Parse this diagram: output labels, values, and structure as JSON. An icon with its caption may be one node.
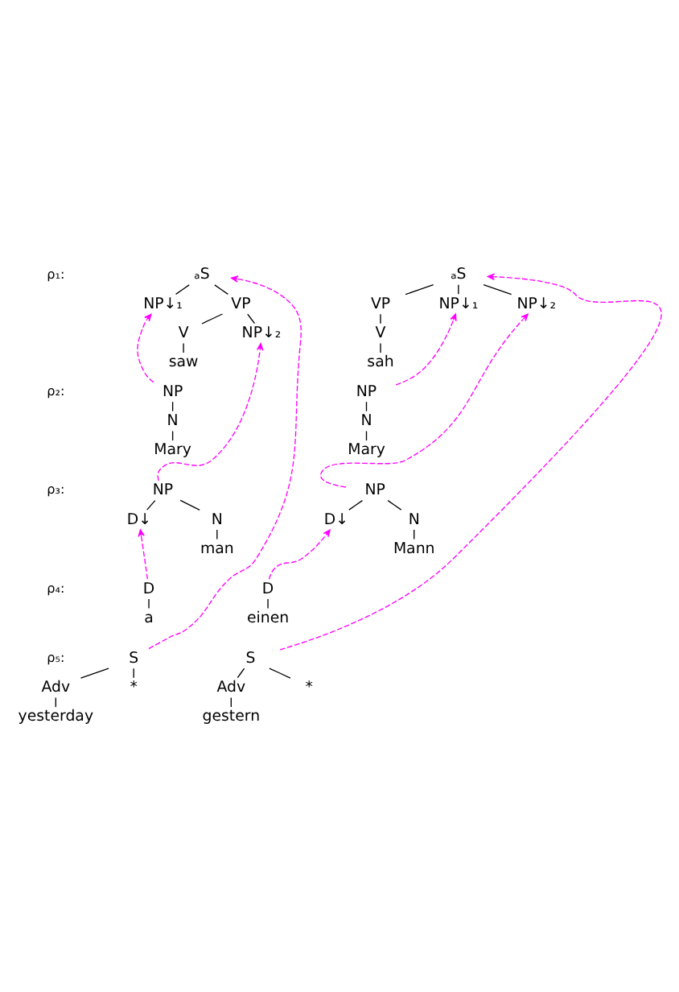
{
  "diagram": {
    "nodes": [
      {
        "text": [
          "ₐS"
        ]
      },
      {
        "text": [
          "NP↓₁"
        ]
      },
      {
        "text": [
          "VP"
        ]
      },
      {
        "text": [
          "V"
        ]
      },
      {
        "text": [
          "NP↓₂"
        ]
      },
      {
        "text": [
          "saw"
        ]
      },
      {
        "text": [
          "NP"
        ]
      },
      {
        "text": [
          "N"
        ]
      },
      {
        "text": [
          "Mary"
        ]
      },
      {
        "text": [
          "NP"
        ]
      },
      {
        "text": [
          "D↓"
        ]
      },
      {
        "text": [
          "N"
        ]
      },
      {
        "text": [
          "man"
        ]
      },
      {
        "text": [
          "D"
        ]
      },
      {
        "text": [
          "a"
        ]
      },
      {
        "text": [
          "S"
        ]
      },
      {
        "text": [
          "Adv"
        ]
      },
      {
        "text": [
          "*"
        ]
      },
      {
        "text": [
          "yesterday"
        ]
      },
      {
        "text": [
          "ₐS"
        ]
      },
      {
        "text": [
          "VP"
        ]
      },
      {
        "text": [
          "NP↓₁"
        ]
      },
      {
        "text": [
          "NP↓₂"
        ]
      },
      {
        "text": [
          "V"
        ]
      },
      {
        "text": [
          "sah"
        ]
      },
      {
        "text": [
          "NP"
        ]
      },
      {
        "text": [
          "N"
        ]
      },
      {
        "text": [
          "Mary"
        ]
      },
      {
        "text": [
          "NP"
        ]
      },
      {
        "text": [
          "D↓"
        ]
      },
      {
        "text": [
          "N"
        ]
      },
      {
        "text": [
          "Mann"
        ]
      },
      {
        "text": [
          "D"
        ]
      },
      {
        "text": [
          "einen"
        ]
      },
      {
        "text": [
          "S"
        ]
      },
      {
        "text": [
          "Adv"
        ]
      },
      {
        "text": [
          "*"
        ]
      },
      {
        "text": [
          "gestern"
        ]
      }
    ],
    "edges": [
      {
        "from": 0,
        "to": 1,
        "arrow": "none"
      },
      {
        "from": 0,
        "to": 2,
        "arrow": "none"
      },
      {
        "from": 2,
        "to": 3,
        "arrow": "none"
      },
      {
        "from": 2,
        "to": 4,
        "arrow": "none"
      },
      {
        "from": 3,
        "to": 5,
        "arrow": "none"
      },
      {
        "from": 6,
        "to": 7,
        "arrow": "none"
      },
      {
        "from": 7,
        "to": 8,
        "arrow": "none"
      },
      {
        "from": 9,
        "to": 10,
        "arrow": "none"
      },
      {
        "from": 9,
        "to": 11,
        "arrow": "none"
      },
      {
        "from": 11,
        "to": 12,
        "arrow": "none"
      },
      {
        "from": 13,
        "to": 14,
        "arrow": "none"
      },
      {
        "from": 15,
        "to": 16,
        "arrow": "none"
      },
      {
        "from": 15,
        "to": 17,
        "arrow": "none"
      },
      {
        "from": 16,
        "to": 18,
        "arrow": "none"
      },
      {
        "from": 19,
        "to": 20,
        "arrow": "none"
      },
      {
        "from": 19,
        "to": 21,
        "arrow": "none"
      },
      {
        "from": 19,
        "to": 22,
        "arrow": "none"
      },
      {
        "from": 20,
        "to": 23,
        "arrow": "none"
      },
      {
        "from": 23,
        "to": 24,
        "arrow": "none"
      },
      {
        "from": 25,
        "to": 26,
        "arrow": "none"
      },
      {
        "from": 26,
        "to": 27,
        "arrow": "none"
      },
      {
        "from": 28,
        "to": 29,
        "arrow": "none"
      },
      {
        "from": 28,
        "to": 30,
        "arrow": "none"
      },
      {
        "from": 30,
        "to": 31,
        "arrow": "none"
      },
      {
        "from": 32,
        "to": 33,
        "arrow": "none"
      },
      {
        "from": 34,
        "to": 35,
        "arrow": "none"
      },
      {
        "from": 34,
        "to": 36,
        "arrow": "none"
      },
      {
        "from": 35,
        "to": 37,
        "arrow": "none"
      },
      {
        "from": 15,
        "to": 0,
        "arrow": "to",
        "style": "dashed",
        "color": "#ff00ff"
      },
      {
        "from": 6,
        "to": 1,
        "arrow": "to",
        "style": "dashed",
        "color": "#ff00ff"
      },
      {
        "from": 9,
        "to": 4,
        "arrow": "to",
        "style": "dashed",
        "color": "#ff00ff"
      },
      {
        "from": 13,
        "to": 10,
        "arrow": "to",
        "style": "dashed",
        "color": "#ff00ff"
      },
      {
        "from": 34,
        "to": 19,
        "arrow": "to",
        "style": "dashed",
        "color": "#ff00ff"
      },
      {
        "from": 25,
        "to": 21,
        "arrow": "to",
        "style": "dashed",
        "color": "#ff00ff"
      },
      {
        "from": 28,
        "to": 22,
        "arrow": "to",
        "style": "dashed",
        "color": "#ff00ff"
      },
      {
        "from": 32,
        "to": 29,
        "arrow": "to",
        "style": "dashed",
        "color": "#ff00ff"
      }
    ],
    "labels": [
      "ρ₁:",
      "ρ₂:",
      "ρ₃:",
      "ρ₄:",
      "ρ₅:"
    ]
  }
}
